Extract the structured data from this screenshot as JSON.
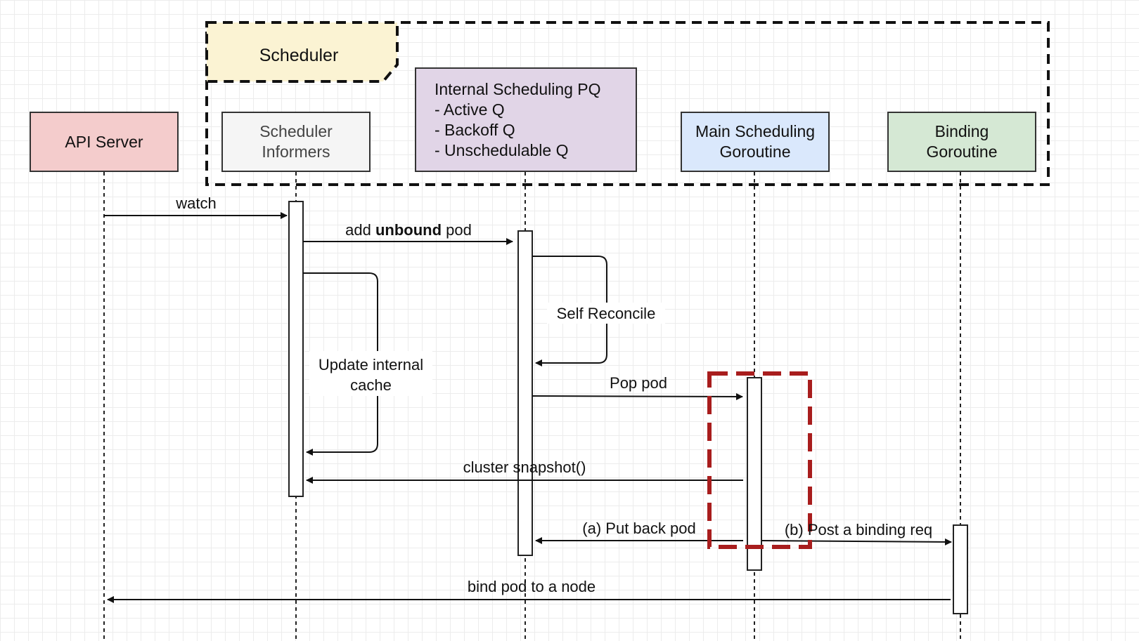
{
  "group": {
    "label": "Scheduler",
    "label_fill": "#fbf3d3"
  },
  "participants": [
    {
      "id": "api",
      "label": "API Server",
      "fill": "#f4cccc",
      "text_color": "#111111"
    },
    {
      "id": "informers",
      "label": "Scheduler\nInformers",
      "fill": "#f5f5f5",
      "text_color": "#444444"
    },
    {
      "id": "pq",
      "label": "Internal Scheduling PQ\n- Active Q\n- Backoff Q\n- Unschedulable Q",
      "fill": "#e1d5e7",
      "text_color": "#111111"
    },
    {
      "id": "main",
      "label": "Main Scheduling\nGoroutine",
      "fill": "#dae8fc",
      "text_color": "#111111"
    },
    {
      "id": "binding",
      "label": "Binding\nGoroutine",
      "fill": "#d5e8d4",
      "text_color": "#111111"
    }
  ],
  "messages": [
    {
      "id": "watch",
      "from": "api",
      "to": "informers",
      "label": "watch"
    },
    {
      "id": "add-pod",
      "from": "informers",
      "to": "pq",
      "label_before": "add ",
      "label_bold": "unbound",
      "label_after": " pod"
    },
    {
      "id": "update-cache",
      "from": "informers",
      "to": "informers",
      "label": "Update internal\ncache"
    },
    {
      "id": "self-reconcile",
      "from": "pq",
      "to": "pq",
      "label": "Self Reconcile"
    },
    {
      "id": "pop-pod",
      "from": "pq",
      "to": "main",
      "label": "Pop pod"
    },
    {
      "id": "cluster-snapshot",
      "from": "main",
      "to": "informers",
      "label": "cluster snapshot()"
    },
    {
      "id": "put-back",
      "from": "main",
      "to": "pq",
      "label": "(a) Put back pod"
    },
    {
      "id": "post-binding",
      "from": "main",
      "to": "binding",
      "label": "(b) Post a binding req"
    },
    {
      "id": "bind-node",
      "from": "binding",
      "to": "api",
      "label": "bind pod to a node"
    }
  ],
  "highlight": {
    "color": "#a81d1d"
  }
}
